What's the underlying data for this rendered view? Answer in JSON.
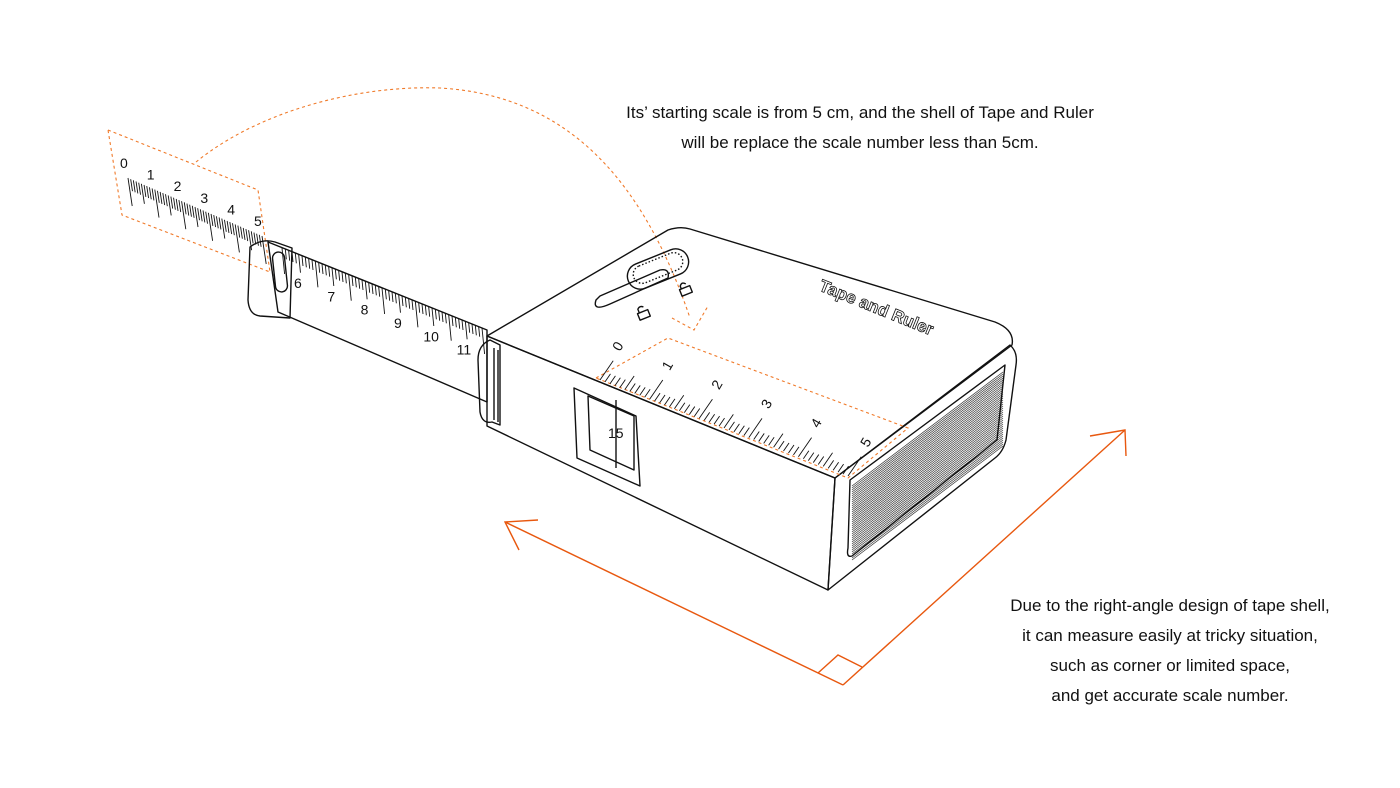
{
  "annotations": {
    "top": [
      "Its’ starting scale is from 5 cm, and the shell of Tape and Ruler",
      "will be replace the scale number less than 5cm."
    ],
    "bottom": [
      "Due to the right-angle design of tape shell,",
      "it can measure easily at tricky situation,",
      "such as corner or limited space,",
      "and get accurate scale number."
    ]
  },
  "product": {
    "brand_label": "Tape and Ruler",
    "window_reading": "15",
    "shell_scale_numbers": [
      "0",
      "1",
      "2",
      "3",
      "4",
      "5"
    ],
    "detached_scale_numbers": [
      "0",
      "1",
      "2",
      "3",
      "4",
      "5"
    ],
    "tape_scale_numbers": [
      "6",
      "7",
      "8",
      "9",
      "10",
      "11"
    ],
    "lock_icons": [
      "lock-closed-icon",
      "lock-open-icon"
    ]
  },
  "colors": {
    "accent": "#e8580f",
    "line": "#111111"
  }
}
